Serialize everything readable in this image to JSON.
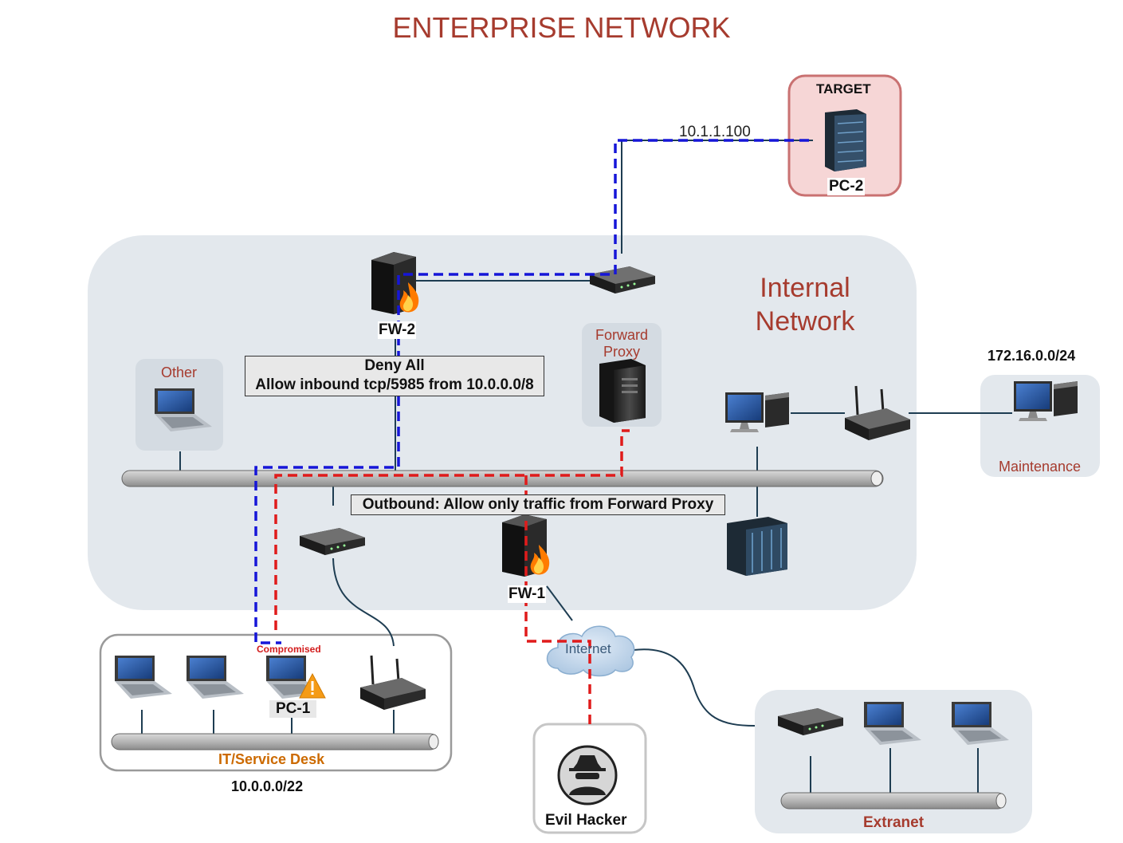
{
  "title": "ENTERPRISE NETWORK",
  "zones": {
    "internal": "Internal Network",
    "it_desk": "IT/Service Desk",
    "it_subnet": "10.0.0.0/22",
    "extranet": "Extranet",
    "maintenance": "Maintenance",
    "maintenance_subnet": "172.16.0.0/24",
    "other": "Other",
    "forward_proxy": "Forward Proxy",
    "target": "TARGET"
  },
  "nodes": {
    "pc2": "PC-2",
    "pc2_ip": "10.1.1.100",
    "fw2": "FW-2",
    "fw1": "FW-1",
    "pc1": "PC-1",
    "compromised": "Compromised",
    "internet": "Internet",
    "evil_hacker": "Evil Hacker"
  },
  "rules": {
    "fw2_line1": "Deny All",
    "fw2_line2": "Allow inbound tcp/5985 from 10.0.0.0/8",
    "fw1": "Outbound: Allow only traffic from Forward Proxy"
  },
  "colors": {
    "zone_bg": "#e3e8ed",
    "target_bg": "#f6d6d6",
    "target_border": "#c97171",
    "attack_path_blue": "#1616d8",
    "attack_path_red": "#e01b1b",
    "link": "#1e3d52",
    "accent_text": "#a63b2e"
  }
}
